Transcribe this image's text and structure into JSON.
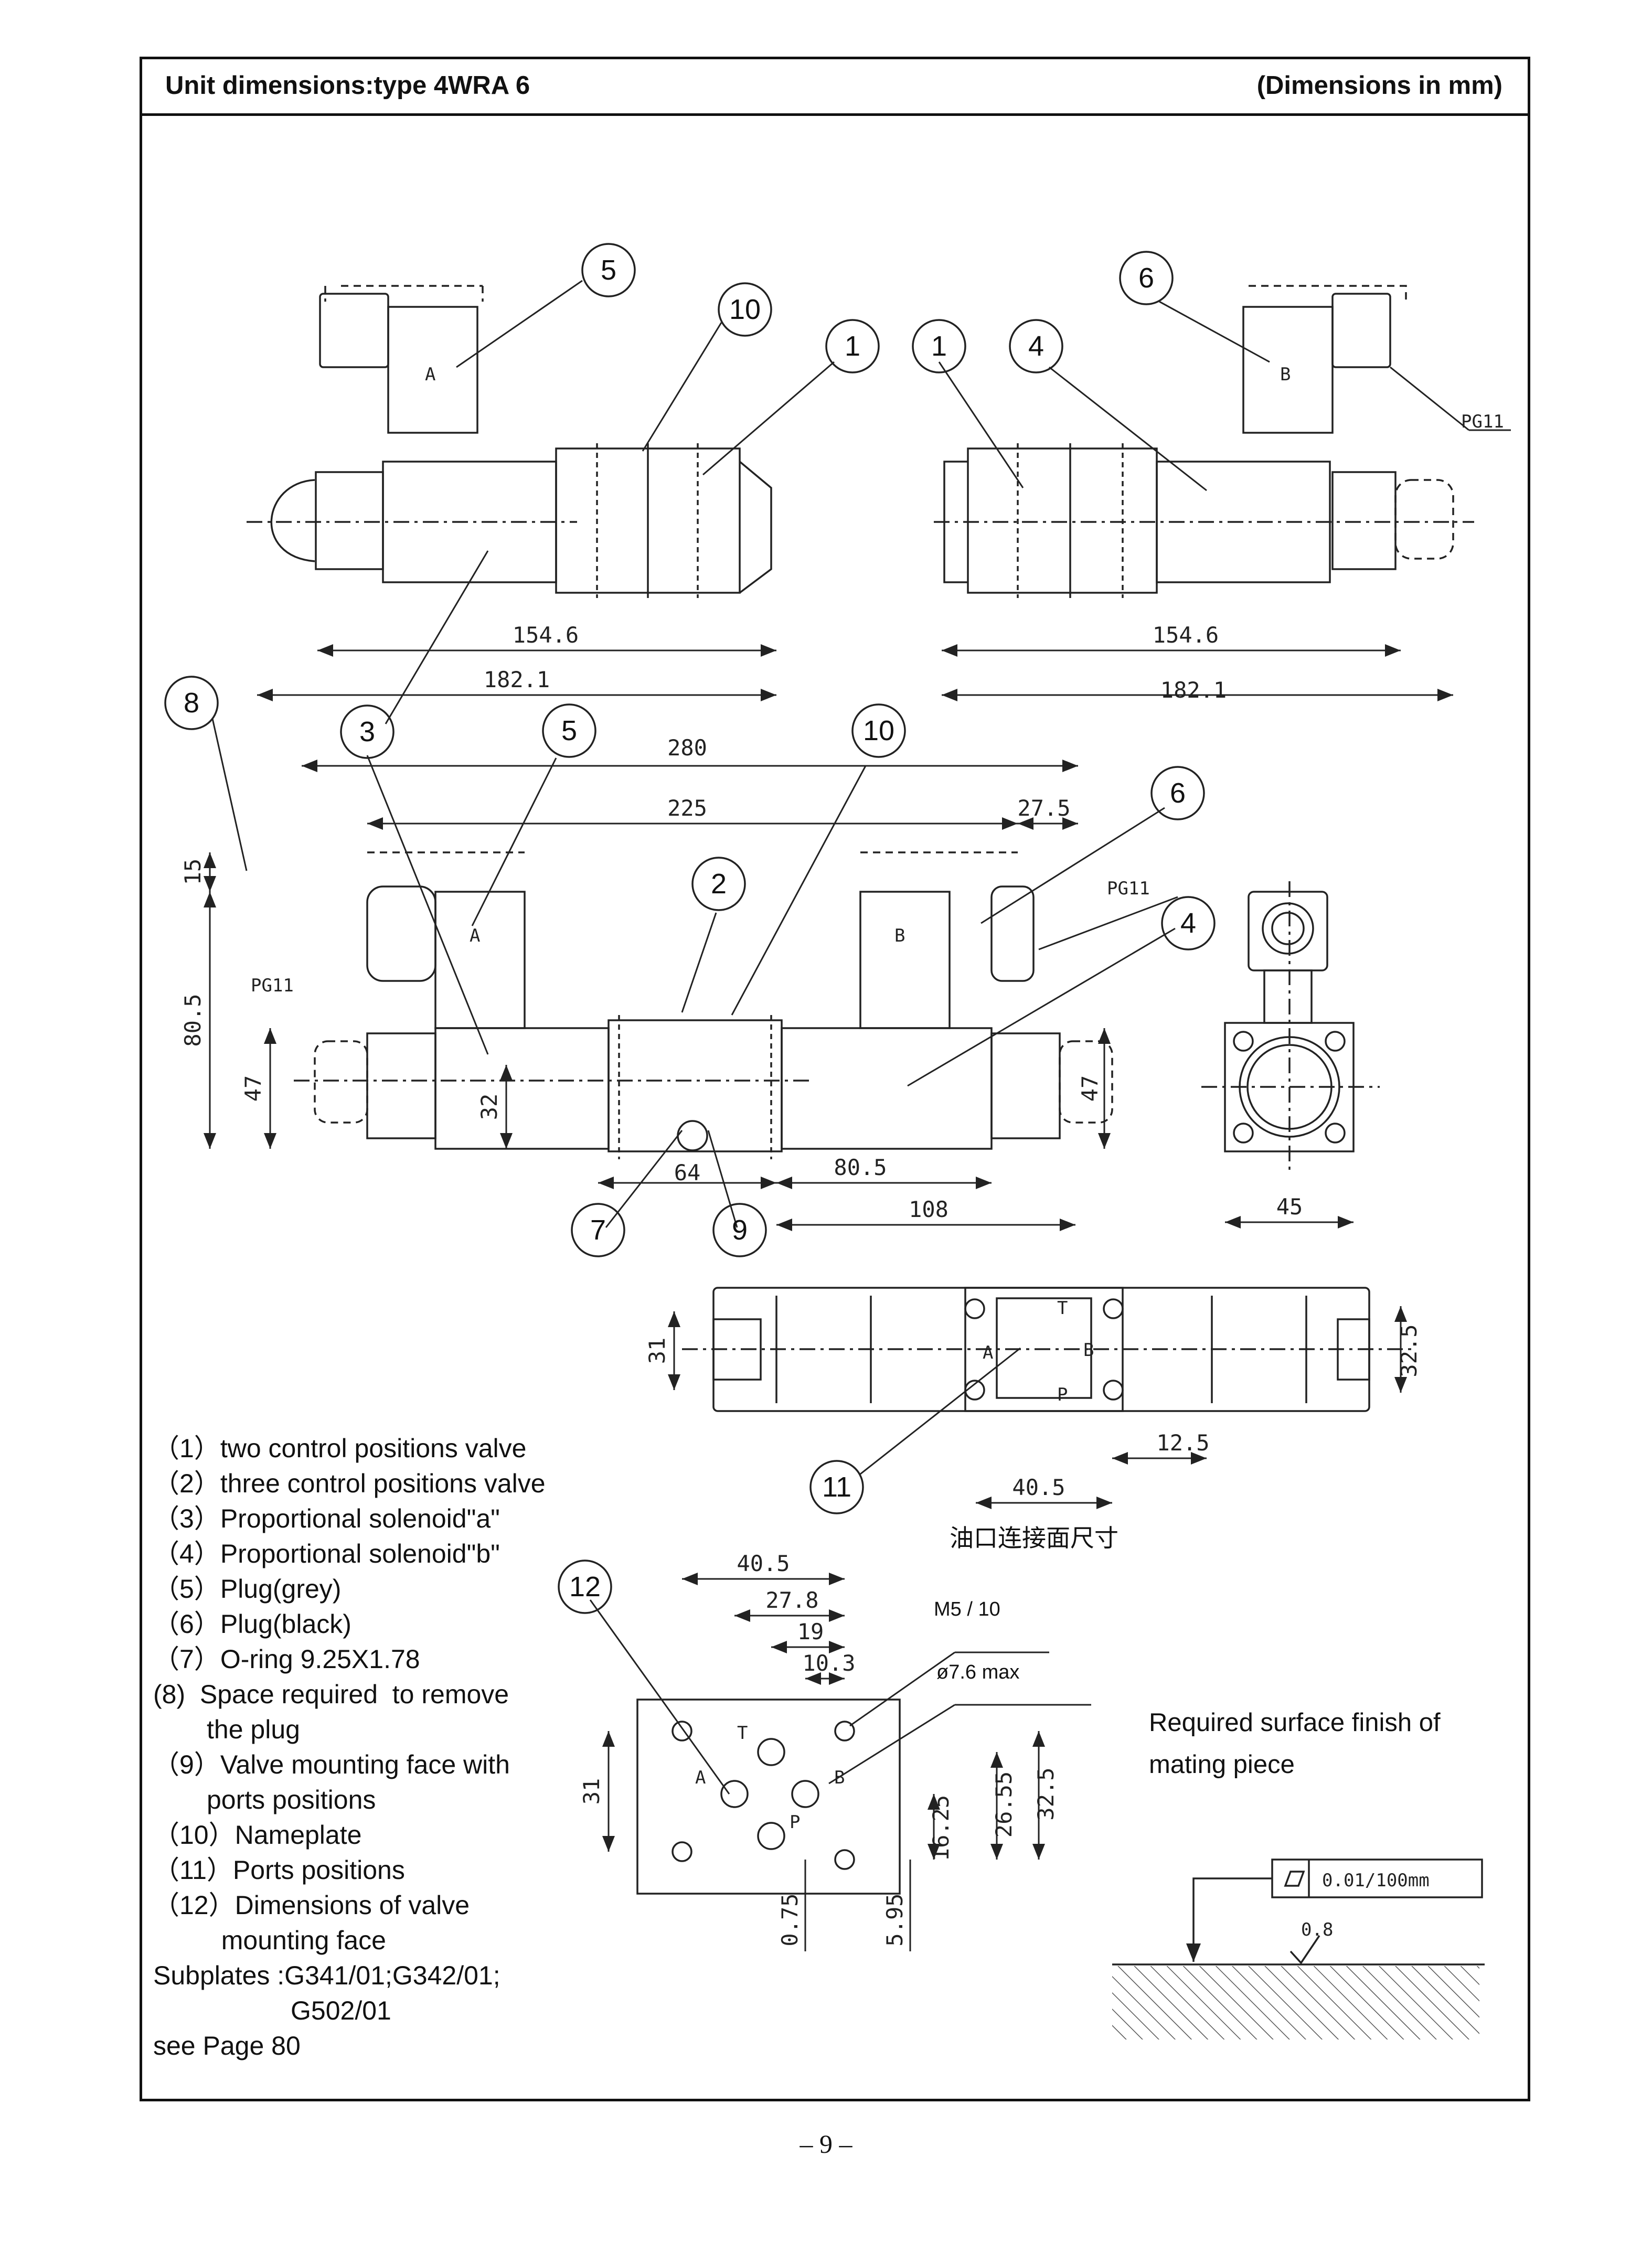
{
  "header": {
    "title": "Unit dimensions:type 4WRA 6",
    "units": "(Dimensions in mm)"
  },
  "balloons": {
    "b1": "1",
    "b2": "2",
    "b3": "3",
    "b4": "4",
    "b5": "5",
    "b6": "6",
    "b7": "7",
    "b8": "8",
    "b9": "9",
    "b10": "10",
    "b11": "11",
    "b12": "12"
  },
  "dims": {
    "d154": "154.6",
    "d182": "182.1",
    "d280": "280",
    "d225": "225",
    "d27": "27.5",
    "d15": "15",
    "d80v": "80.5",
    "d47": "47",
    "d32": "32",
    "d64": "64",
    "d80h": "80.5",
    "d108": "108",
    "d45": "45",
    "d31": "31",
    "d32_5": "32.5",
    "d12_5": "12.5",
    "d40_5": "40.5",
    "d27_8": "27.8",
    "d19": "19",
    "d10_3": "10.3",
    "d26_55": "26.55",
    "d16_25": "16.25",
    "d0_75": "0.75",
    "d5_95": "5.95",
    "finish": "0.01/100mm",
    "rough": "0.8"
  },
  "labels": {
    "pg11": "PG11",
    "a": "A",
    "b": "B",
    "t": "T",
    "p": "P",
    "m5": "M5  / 10",
    "hole": "ø7.6 max"
  },
  "chinese_caption": "油口连接面尺寸",
  "surface_note": [
    "Required surface finish of",
    "mating piece"
  ],
  "legend": [
    {
      "num": "（1）",
      "text": "two control positions valve"
    },
    {
      "num": "（2）",
      "text": "three control positions valve"
    },
    {
      "num": "（3）",
      "text": "Proportional solenoid\"a\""
    },
    {
      "num": "（4）",
      "text": "Proportional solenoid\"b\""
    },
    {
      "num": "（5）",
      "text": "Plug(grey)"
    },
    {
      "num": "（6）",
      "text": "Plug(black)"
    },
    {
      "num": "（7）",
      "text": "O-ring 9.25X1.78"
    },
    {
      "num": "(8)",
      "text": "  Space required  to remove",
      "cont": "the plug"
    },
    {
      "num": "（9）",
      "text": "Valve mounting face with",
      "cont": "ports positions"
    },
    {
      "num": "（10）",
      "text": "Nameplate"
    },
    {
      "num": "（11）",
      "text": "Ports positions"
    },
    {
      "num": "（12）",
      "text": "Dimensions of valve",
      "cont": "  mounting face"
    }
  ],
  "subplates": {
    "line1": "Subplates :G341/01;G342/01;",
    "line2": "G502/01"
  },
  "see_page": "see Page 80",
  "page_number": "– 9 –"
}
